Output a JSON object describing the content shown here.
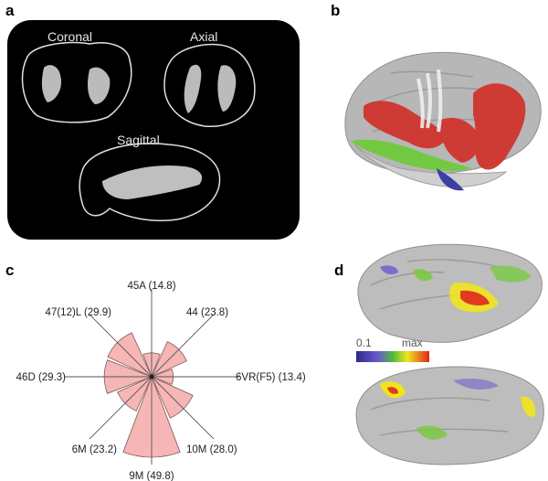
{
  "panels": {
    "a": {
      "letter": "a",
      "views": [
        "Coronal",
        "Axial",
        "Sagittal"
      ]
    },
    "b": {
      "letter": "b"
    },
    "c": {
      "letter": "c",
      "chart_data": {
        "type": "polar-bar",
        "title": "",
        "unit": "",
        "categories": [
          "45A",
          "44",
          "6VR(F5)",
          "10M",
          "9M",
          "6M",
          "46D",
          "47(12)L"
        ],
        "values": [
          14.8,
          23.8,
          13.4,
          28.0,
          49.8,
          23.2,
          29.3,
          29.9
        ],
        "labels": [
          "45A (14.8)",
          "44 (23.8)",
          "6VR(F5) (13.4)",
          "10M (28.0)",
          "9M (49.8)",
          "6M (23.2)",
          "46D (29.3)",
          "47(12)L (29.9)"
        ],
        "petal_color": "#f7b6b6"
      }
    },
    "d": {
      "letter": "d",
      "colorbar": {
        "min_label": "0.1",
        "max_label": "max"
      }
    }
  }
}
